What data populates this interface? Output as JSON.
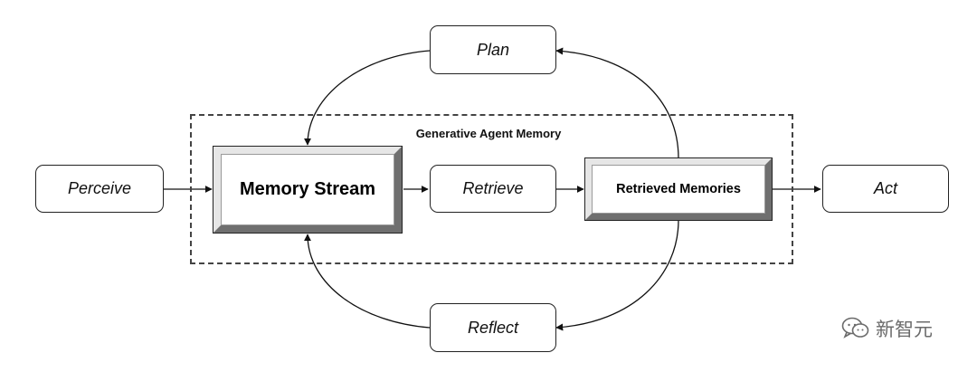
{
  "frame": {
    "title": "Generative Agent Memory"
  },
  "nodes": {
    "plan": "Plan",
    "perceive": "Perceive",
    "retrieve": "Retrieve",
    "act": "Act",
    "reflect": "Reflect"
  },
  "boxes": {
    "memory_stream": "Memory Stream",
    "retrieved_memories": "Retrieved Memories"
  },
  "watermark": {
    "text": "新智元",
    "icon": "wechat-icon"
  },
  "colors": {
    "stroke": "#222222",
    "dash": "#444444",
    "watermark": "#6b6b6b"
  }
}
